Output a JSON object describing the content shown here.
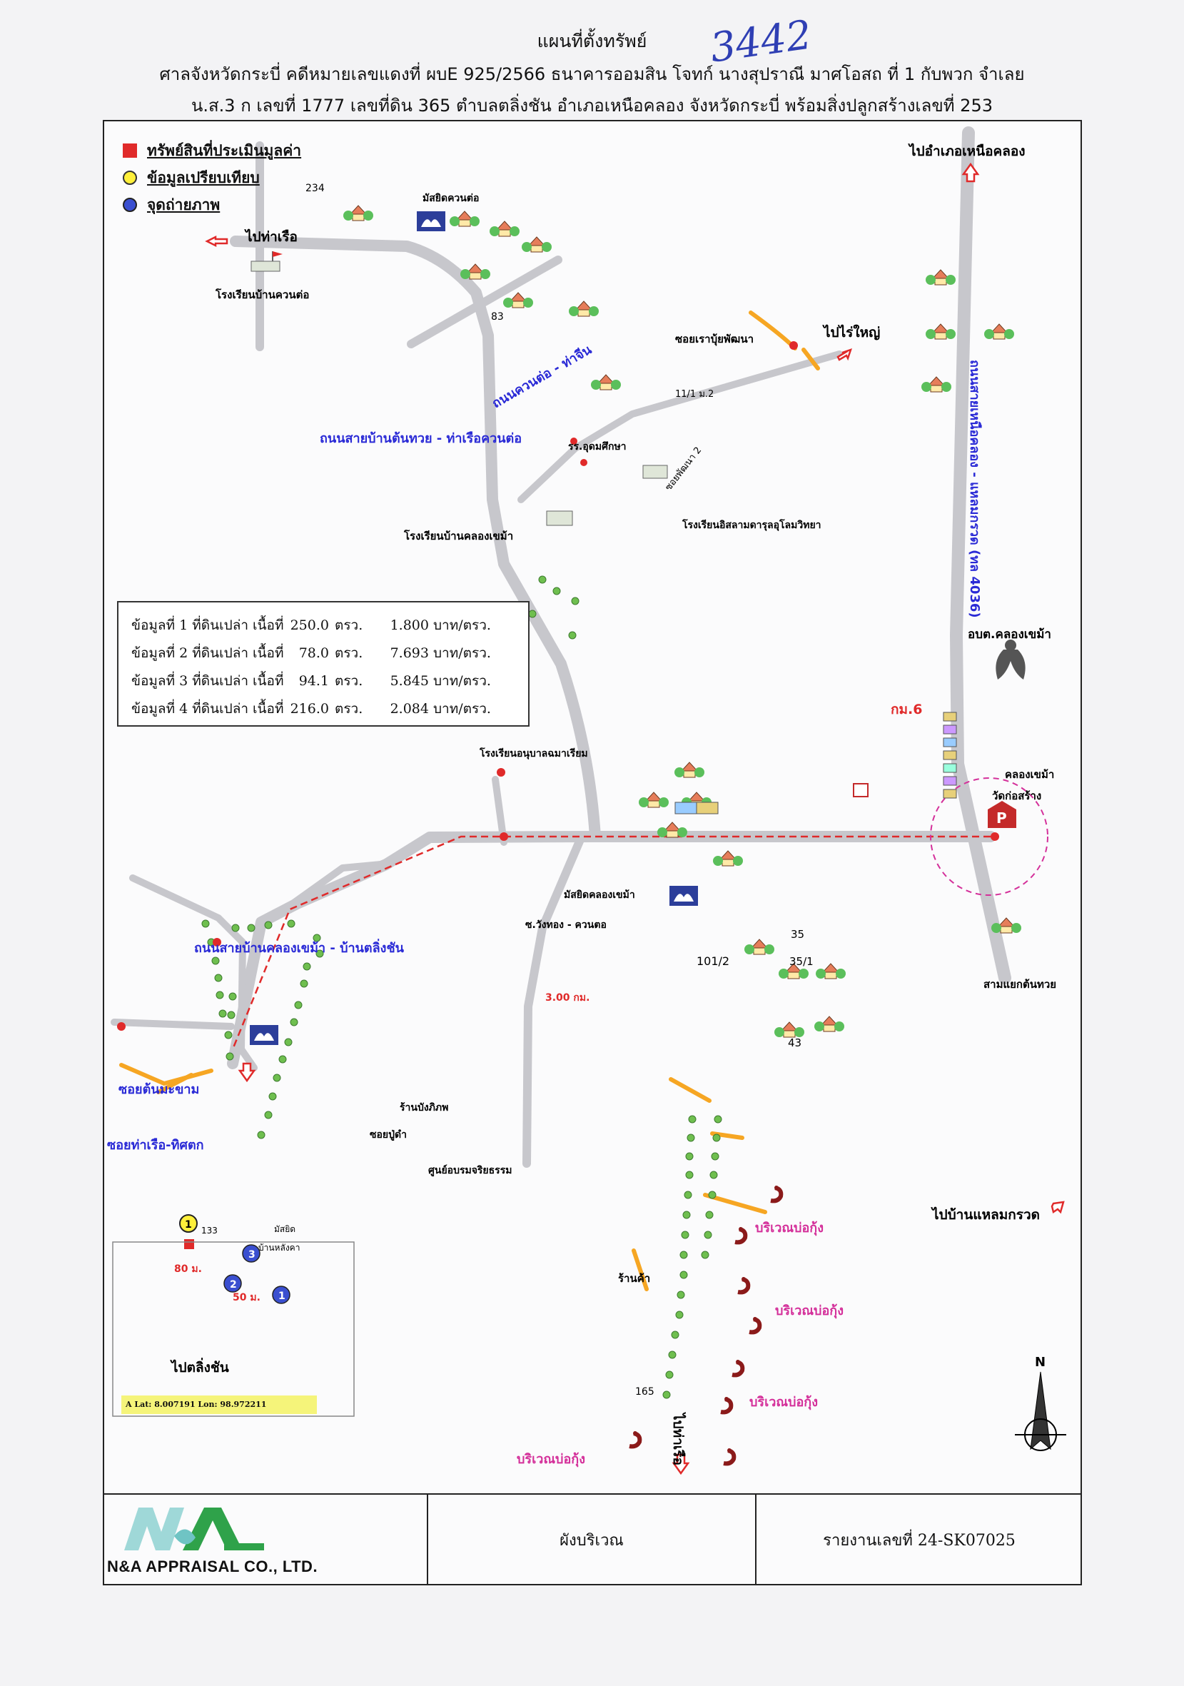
{
  "header": {
    "title": "แผนที่ตั้งทรัพย์",
    "handwritten_number": "3442",
    "line1": "ศาลจังหวัดกระบี่ คดีหมายเลขแดงที่ ผบE 925/2566 ธนาคารออมสิน โจทก์ นางสุปราณี มาศโอสถ ที่ 1 กับพวก จำเลย",
    "line2": "น.ส.3 ก เลขที่ 1777 เลขที่ดิน 365 ตำบลตลิ่งชัน อำเภอเหนือคลอง จังหวัดกระบี่ พร้อมสิ่งปลูกสร้างเลขที่ 253"
  },
  "legend": {
    "subject": "ทรัพย์สินที่ประเมินมูลค่า",
    "comparable": "ข้อมูลเปรียบเทียบ",
    "photo": "จุดถ่ายภาพ"
  },
  "comparables": [
    {
      "label": "ข้อมูลที่ 1",
      "type": "ที่ดินเปล่า",
      "area_label": "เนื้อที่",
      "area": "250.0",
      "unit": "ตรว.",
      "price": "1.800",
      "price_unit": "บาท/ตรว."
    },
    {
      "label": "ข้อมูลที่ 2",
      "type": "ที่ดินเปล่า",
      "area_label": "เนื้อที่",
      "area": "78.0",
      "unit": "ตรว.",
      "price": "7.693",
      "price_unit": "บาท/ตรว."
    },
    {
      "label": "ข้อมูลที่ 3",
      "type": "ที่ดินเปล่า",
      "area_label": "เนื้อที่",
      "area": "94.1",
      "unit": "ตรว.",
      "price": "5.845",
      "price_unit": "บาท/ตรว."
    },
    {
      "label": "ข้อมูลที่ 4",
      "type": "ที่ดินเปล่า",
      "area_label": "เนื้อที่",
      "area": "216.0",
      "unit": "ตรว.",
      "price": "2.084",
      "price_unit": "บาท/ตรว."
    }
  ],
  "map_labels": {
    "to_nuea_khlong": "ไปอำเภอเหนือคลอง",
    "to_tha_ruea": "ไปท่าเรือ",
    "num_234": "234",
    "mosque_khuan_to": "มัสยิดควนต่อ",
    "school_ban_khuan_to": "โรงเรียนบ้านควนต่อ",
    "num_83": "83",
    "soi_rao_phatthana": "ซอยเราบุ้ยพัฒนา",
    "to_rai_yai": "ไปไร่ใหญ่",
    "road_khuan_to_tha_chin": "ถนนควนต่อ - ท่าจีน",
    "num_11_1": "11/1 ม.2",
    "road_ton_thuai_tha_ruea": "ถนนสายบ้านต้นทวย - ท่าเรือควนต่อ",
    "rr_udom": "รร.อุดมศึกษา",
    "soi_phatthana_2": "ซอยพัฒนา 2",
    "highway": "ถนนสายเหนือคลอง - แหลมกรวด (ทล 4036)",
    "school_islam": "โรงเรียนอิสลามดารุลอุโลมวิทยา",
    "school_khlong_khanan": "โรงเรียนบ้านคลองเขม้า",
    "obt": "อบต.คลองเขม้า",
    "km6": "กม.6",
    "kindergarten": "โรงเรียนอนุบาลฉมาเรียม",
    "wat": "คลองเขม้า",
    "wat2": "วัดก่อสร้าง",
    "mosque_khlong": "มัสยิดคลองเขม้า",
    "soi_wang_thong": "ซ.วังทอง - ควนตอ",
    "road_khlong_taling": "ถนนสายบ้านคลองเขม้า - บ้านตลิ่งชัน",
    "num_35": "35",
    "num_101_2": "101/2",
    "num_35_1": "35/1",
    "num_43": "43",
    "intersection": "สามแยกต้นทวย",
    "distance": "3.00 กม.",
    "soi_ton_makham": "ซอยต้นมะขาม",
    "soi_tha_ruea_thit": "ซอยท่าเรือ-ทิศตก",
    "shop_bangkhai": "ร้านบังภิภพ",
    "soi_pu_dam": "ซอยปู่ดำ",
    "center": "ศูนย์อบรมจริยธรรม",
    "num_133": "133",
    "mosque_small": "มัสยิด",
    "ban_lai": "บ้านหลังคา",
    "dist_80": "80 ม.",
    "dist_50": "50 ม.",
    "to_taling_chan": "ไปตลิ่งชัน",
    "shrimp1": "บริเวณบ่อกุ้ง",
    "shrimp2": "บริเวณบ่อกุ้ง",
    "shrimp3": "บริเวณบ่อกุ้ง",
    "shrimp4": "บริเวณบ่อกุ้ง",
    "shop": "ร้านค้า",
    "num_165": "165",
    "to_tha_ruea_2": "ไปท่าเรือ",
    "to_laem_kruat": "ไปบ้านแหลมกรวด",
    "north": "N",
    "latlon": "A Lat: 8.007191  Lon: 98.972211",
    "photo1": "1",
    "photo2": "2",
    "photo3": "3",
    "comp1": "1",
    "parking": "P"
  },
  "footer": {
    "company": "N&A APPRAISAL CO., LTD.",
    "center_label": "ผังบริเวณ",
    "report_no": "รายงานเลขที่ 24-SK07025"
  },
  "colors": {
    "road": "#c7c7cc",
    "red": "#e02a2a",
    "blue_text": "#2a2ad6",
    "magenta": "#d4309a",
    "orange": "#f6a623",
    "yellow": "#fff03a",
    "photo_blue": "#3a4fd0"
  }
}
